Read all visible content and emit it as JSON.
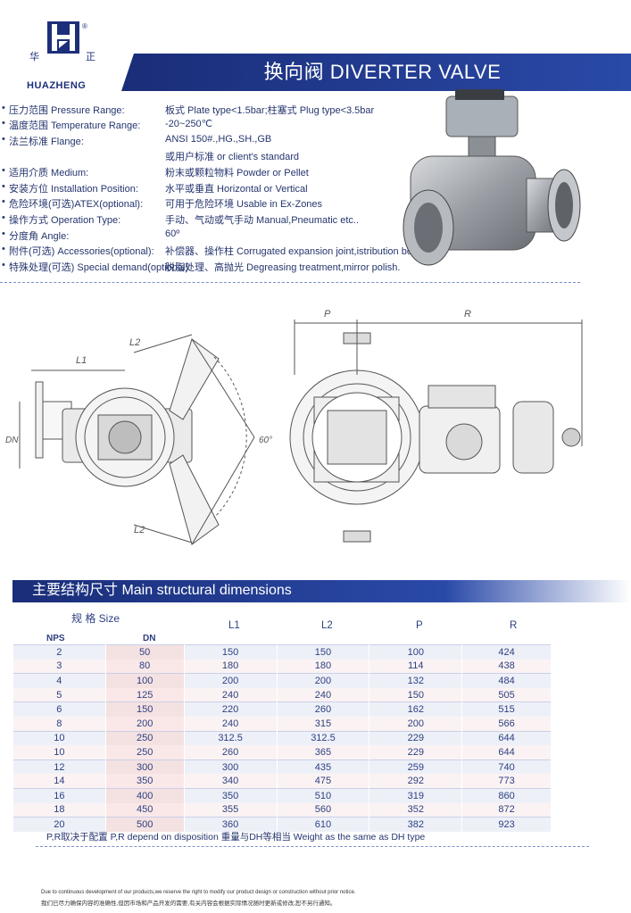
{
  "header": {
    "logo_char_left": "华",
    "logo_char_right": "正",
    "logo_reg": "®",
    "brand": "HUAZHENG",
    "title": "换向阀   DIVERTER VALVE"
  },
  "specs": [
    {
      "label": "压力范围 Pressure Range:",
      "value": "板式 Plate type<1.5bar;柱塞式  Plug type<3.5bar"
    },
    {
      "label": "温度范围 Temperature Range:",
      "value": "-20~250℃"
    },
    {
      "label": "法兰标准 Flange:",
      "value": "ANSI 150#.,HG.,SH.,GB"
    },
    {
      "label": "",
      "value": "或用户标准  or client's standard"
    },
    {
      "label": "适用介质 Medium:",
      "value": "粉末或颗粒物料  Powder or Pellet"
    },
    {
      "label": "安装方位 Installation Position:",
      "value": "水平或垂直  Horizontal or Vertical"
    },
    {
      "label": "危险环境(可选)ATEX(optional):",
      "value": "可用于危险环境  Usable in Ex-Zones"
    },
    {
      "label": "操作方式 Operation Type:",
      "value": "手动、气动或气手动  Manual,Pneumatic etc.."
    },
    {
      "label": "分度角 Angle:",
      "value": "60º"
    },
    {
      "label": "附件(可选) Accessories(optional):",
      "value": "补偿器、操作柱  Corrugated expansion joint,istribution box"
    },
    {
      "label": "特殊处理(可选) Special demand(optional):",
      "value": "脱脂处理、高抛光  Degreasing treatment,mirror polish."
    }
  ],
  "drawing": {
    "label_L1": "L1",
    "label_L2_top": "L2",
    "label_L2_bottom": "L2",
    "label_DN": "DN",
    "label_angle": "60°",
    "label_P": "P",
    "label_R": "R"
  },
  "dimensions": {
    "section_title": "主要结构尺寸 Main structural dimensions",
    "size_header": "规 格 Size",
    "columns": [
      "NPS",
      "DN",
      "L1",
      "L2",
      "P",
      "R"
    ],
    "rows": [
      [
        "2",
        "50",
        "150",
        "150",
        "100",
        "424"
      ],
      [
        "3",
        "80",
        "180",
        "180",
        "114",
        "438"
      ],
      [
        "4",
        "100",
        "200",
        "200",
        "132",
        "484"
      ],
      [
        "5",
        "125",
        "240",
        "240",
        "150",
        "505"
      ],
      [
        "6",
        "150",
        "220",
        "260",
        "162",
        "515"
      ],
      [
        "8",
        "200",
        "240",
        "315",
        "200",
        "566"
      ],
      [
        "10",
        "250",
        "312.5",
        "312.5",
        "229",
        "644"
      ],
      [
        "10",
        "250",
        "260",
        "365",
        "229",
        "644"
      ],
      [
        "12",
        "300",
        "300",
        "435",
        "259",
        "740"
      ],
      [
        "14",
        "350",
        "340",
        "475",
        "292",
        "773"
      ],
      [
        "16",
        "400",
        "350",
        "510",
        "319",
        "860"
      ],
      [
        "18",
        "450",
        "355",
        "560",
        "352",
        "872"
      ],
      [
        "20",
        "500",
        "360",
        "610",
        "382",
        "923"
      ]
    ],
    "note": "P,R取决于配置    P,R depend on disposition    重量与DH等相当  Weight as the same as DH type"
  },
  "footer": {
    "en": "Due to continuous development of our products,we reserve the right to modify our product design or construction without prior notice.",
    "cn": "我们已尽力确保内容的准确性,但因市场和产品开发的需要,有关内容会根据实际情况随时更新或修改,恕不另行通知。"
  },
  "colors": {
    "navy": "#1d2f7a",
    "banner": "#1e3a8a",
    "text": "#25356e"
  }
}
